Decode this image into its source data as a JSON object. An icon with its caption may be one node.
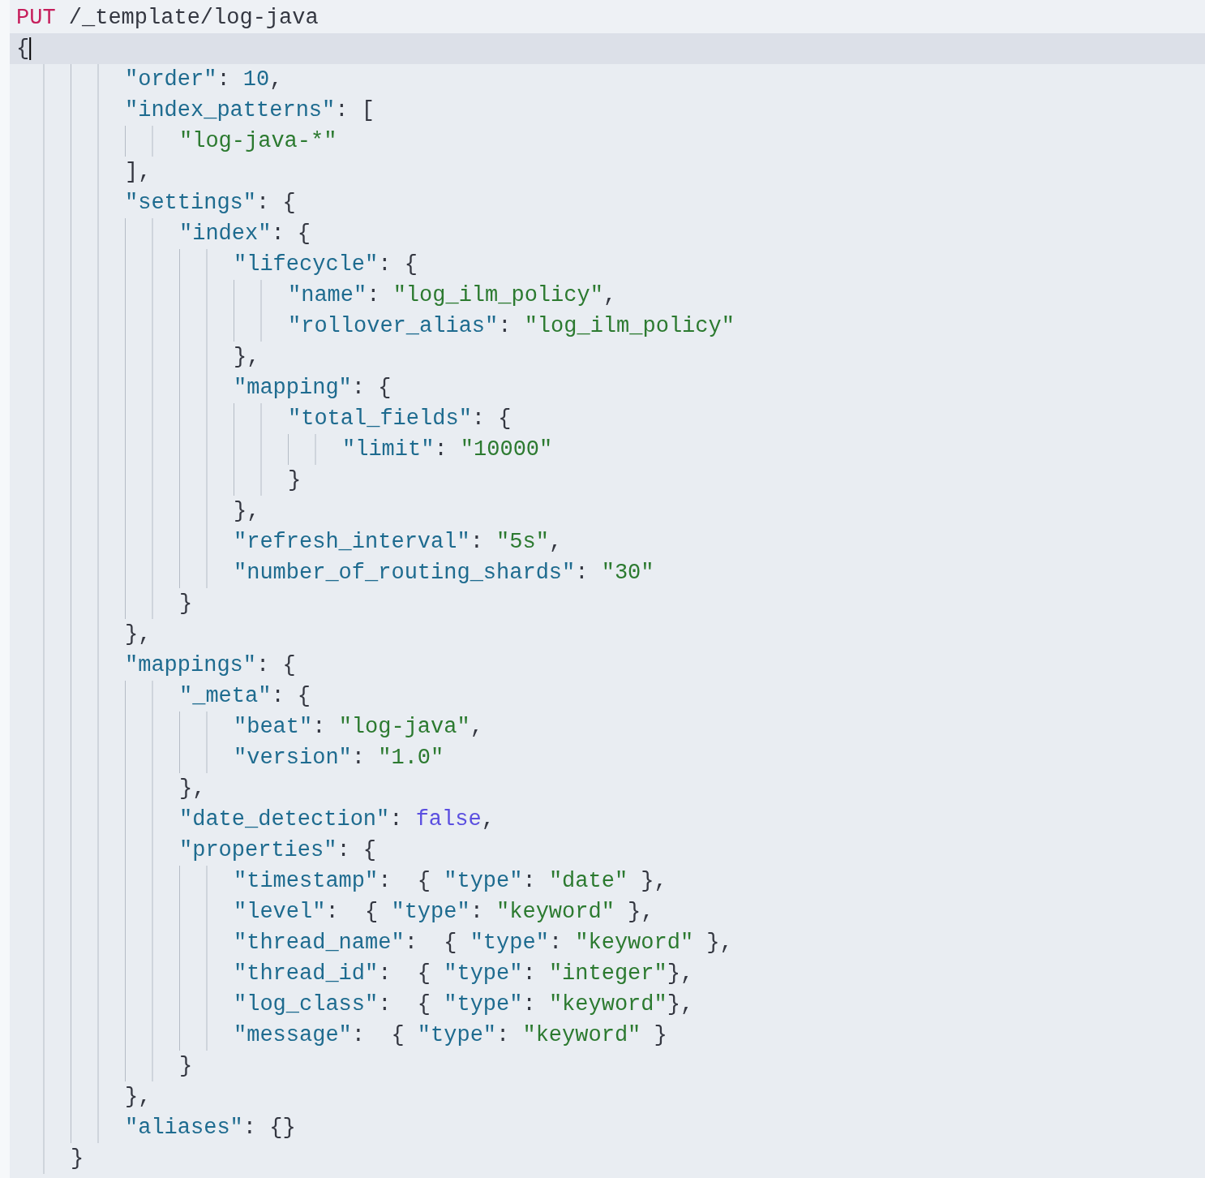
{
  "diagram": {
    "labels": [
      "PUT /_template/log-java",
      "{",
      "\"order\": 10,",
      "\"index_patterns\": [",
      "\"log-java-*\"",
      "],",
      "\"settings\": {",
      "\"index\": {",
      "\"lifecycle\": {",
      "\"name\": \"log_ilm_policy\",",
      "\"rollover_alias\": \"log_ilm_policy\"",
      "},",
      "\"mapping\": {",
      "\"total_fields\": {",
      "\"limit\": \"10000\"",
      "}",
      "},",
      "\"refresh_interval\": \"5s\",",
      "\"number_of_routing_shards\": \"30\"",
      "}",
      "},",
      "\"mappings\": {",
      "\"_meta\": {",
      "\"beat\": \"log-java\",",
      "\"version\": \"1.0\"",
      "},",
      "\"date_detection\": false,",
      "\"properties\": {",
      "\"timestamp\":  { \"type\": \"date\" },",
      "\"level\":  { \"type\": \"keyword\" },",
      "\"thread_name\":  { \"type\": \"keyword\" },",
      "\"thread_id\":  { \"type\": \"integer\"},",
      "\"log_class\":  { \"type\": \"keyword\"},",
      "\"message\":  { \"type\": \"keyword\" }",
      "}",
      "},",
      "\"aliases\": {}",
      "}"
    ]
  }
}
